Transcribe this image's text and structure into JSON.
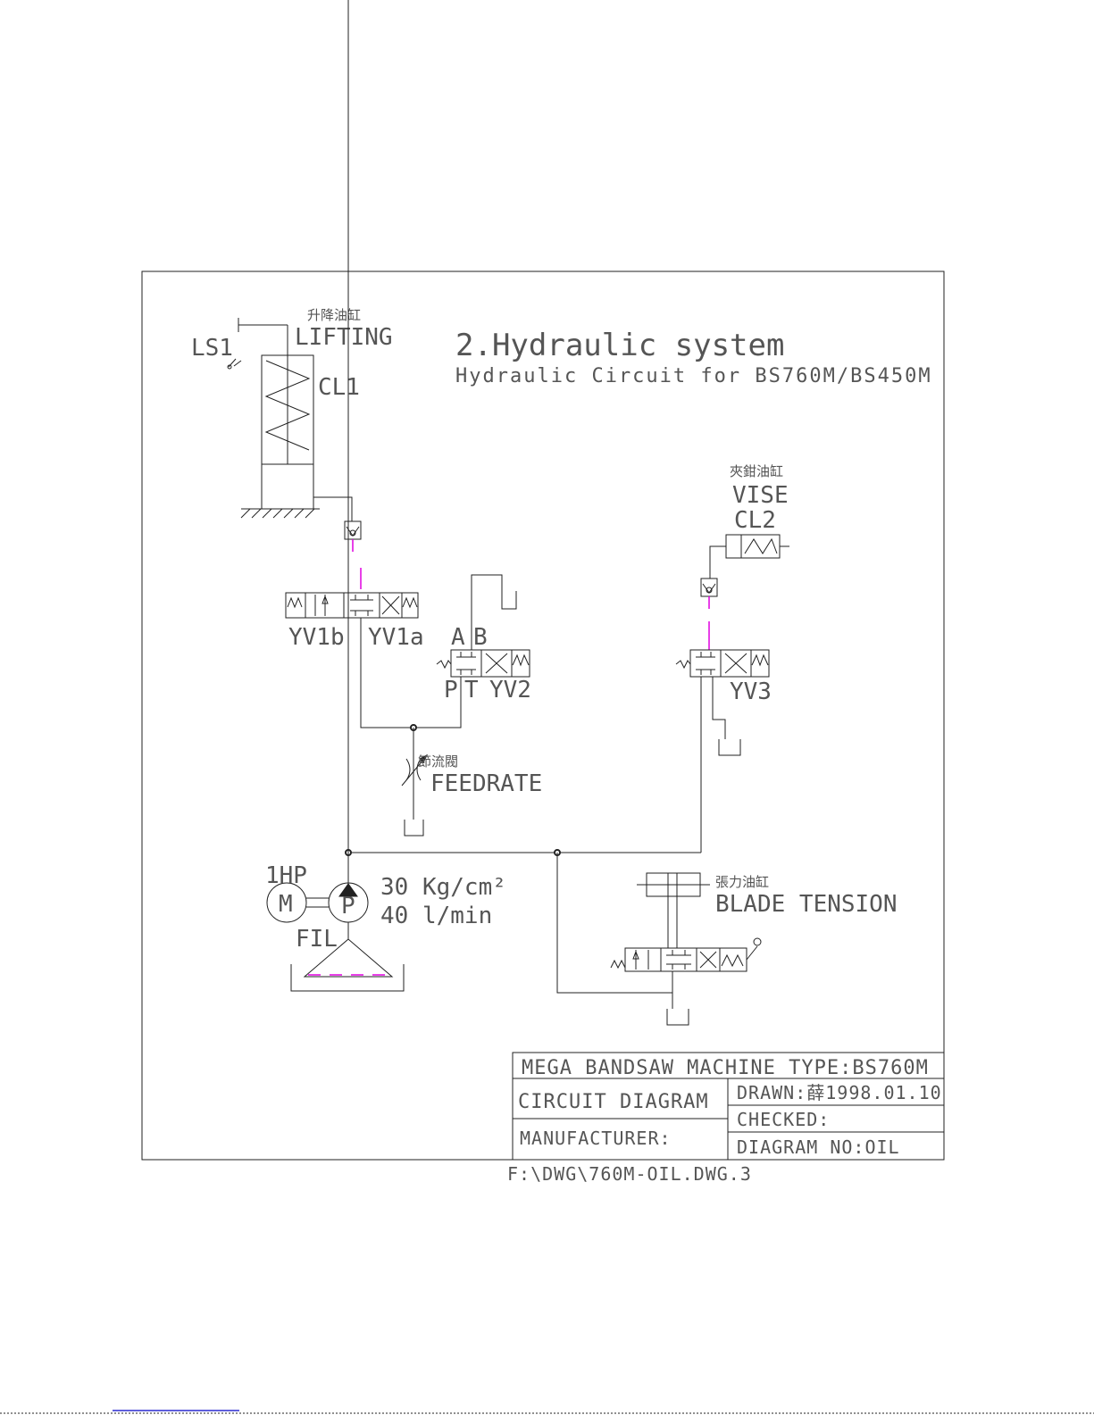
{
  "title": "2.Hydraulic  system",
  "subtitle": "Hydraulic  Circuit  for  BS760M/BS450M",
  "components": {
    "lifting": {
      "cn": "升降油缸",
      "name": "LIFTING",
      "code": "CL1",
      "switch": "LS1"
    },
    "vise": {
      "cn": "夾鉗油缸",
      "name": "VISE",
      "code": "CL2"
    },
    "valve1": {
      "left": "YV1b",
      "right": "YV1a"
    },
    "valve2": {
      "port_a": "A",
      "port_b": "B",
      "port_p": "P",
      "port_t": "T",
      "name": "YV2"
    },
    "valve3": {
      "name": "YV3"
    },
    "feedrate": {
      "cn": "節流閥",
      "name": "FEEDRATE"
    },
    "motor": {
      "power": "1HP",
      "symbol": "M"
    },
    "pump": {
      "symbol": "P",
      "pressure": "30  Kg/cm²",
      "flow": "40  l/min"
    },
    "filter": {
      "label": "FIL"
    },
    "blade_tension": {
      "cn": "張力油缸",
      "name": "BLADE  TENSION"
    }
  },
  "title_block": {
    "machine_type": "MEGA  BANDSAW  MACHINE  TYPE:BS760M",
    "diagram_type": "CIRCUIT  DIAGRAM",
    "drawn": "DRAWN:薛1998.01.10",
    "checked": "CHECKED:",
    "manufacturer": "MANUFACTURER:",
    "diagram_no": "DIAGRAM  NO:OIL"
  },
  "file_path": "F:\\DWG\\760M-OIL.DWG.3",
  "colors": {
    "line": "#222222",
    "text": "#555555",
    "highlight": "#e000e0"
  }
}
